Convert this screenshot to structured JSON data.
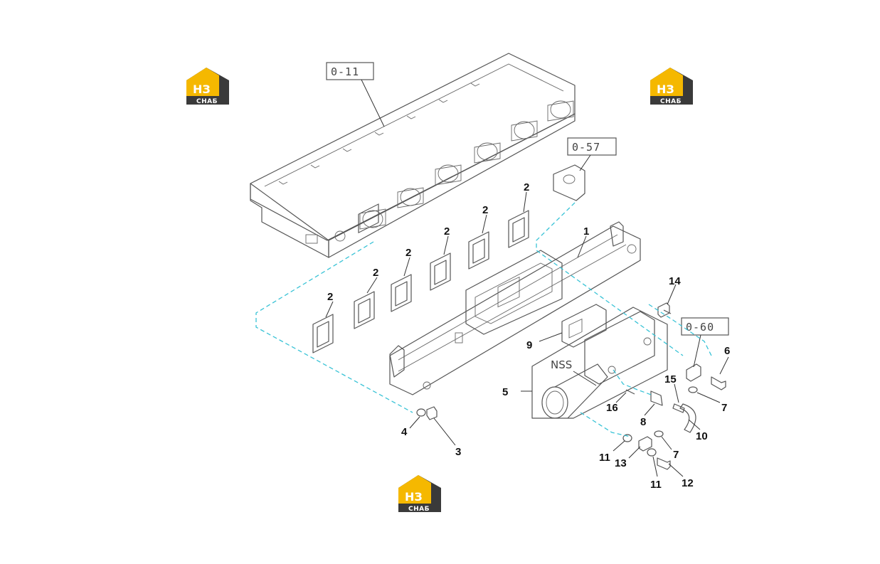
{
  "references": {
    "ref_0_11": "0-11",
    "ref_0_57": "0-57",
    "ref_0_60": "0-60"
  },
  "labels": {
    "nss": "NSS"
  },
  "callouts": {
    "c1": "1",
    "c2a": "2",
    "c2b": "2",
    "c2c": "2",
    "c2d": "2",
    "c2e": "2",
    "c2f": "2",
    "c3": "3",
    "c4": "4",
    "c5": "5",
    "c6": "6",
    "c7a": "7",
    "c7b": "7",
    "c8": "8",
    "c9": "9",
    "c10": "10",
    "c11a": "11",
    "c11b": "11",
    "c12": "12",
    "c13": "13",
    "c14": "14",
    "c15": "15",
    "c16": "16"
  },
  "logo": {
    "line1": "НЗ",
    "line2": "СНАБ",
    "colors": {
      "yellow": "#f5b800",
      "dark": "#3a3a3a"
    }
  },
  "colors": {
    "cyan_line": "#39c3d6"
  }
}
